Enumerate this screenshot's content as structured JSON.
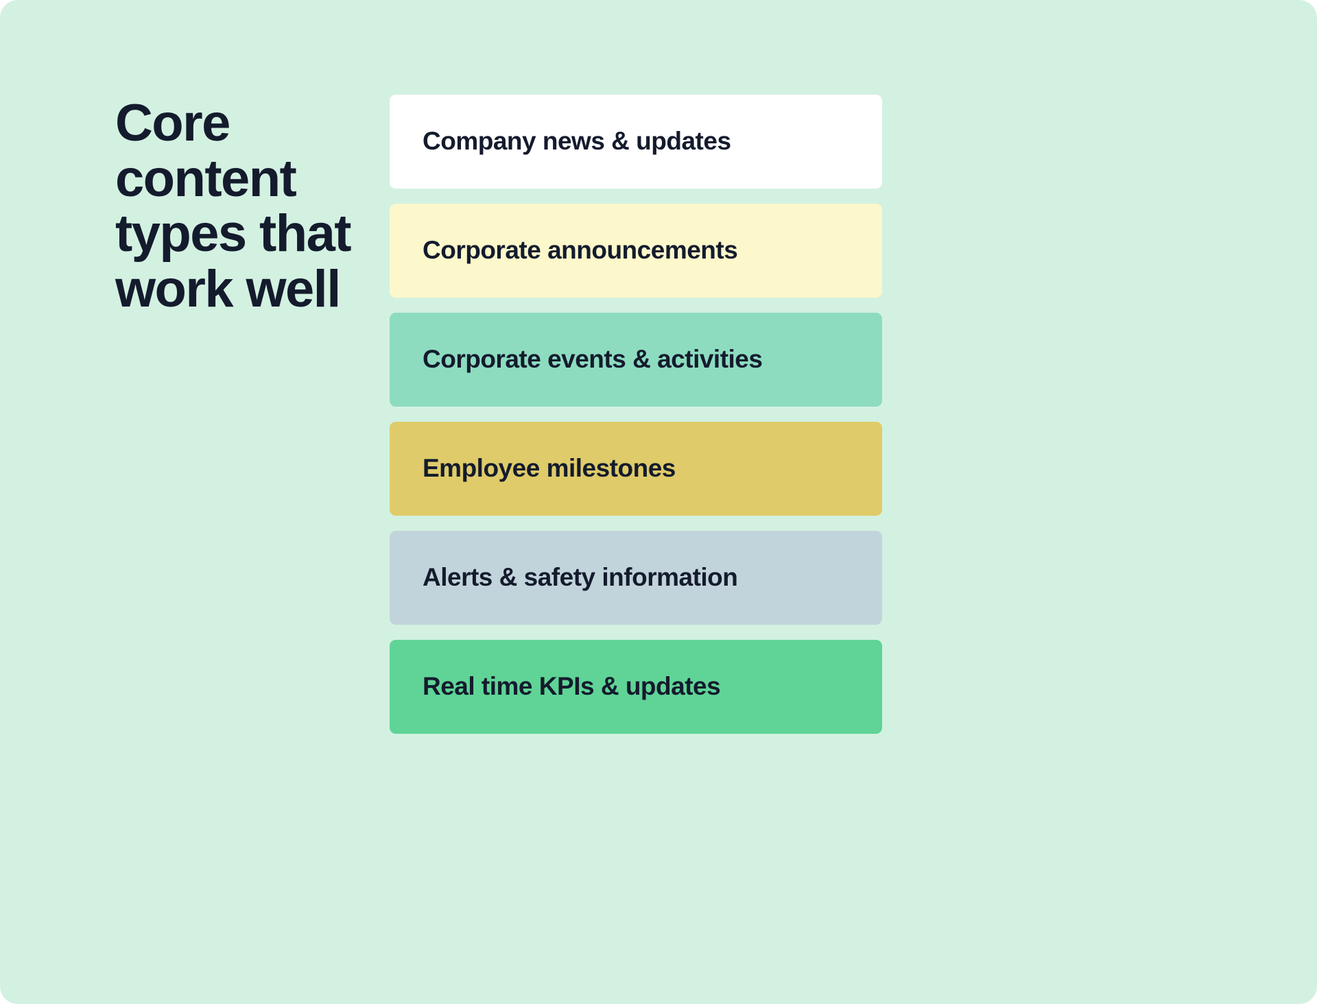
{
  "slide": {
    "background_color": "#D3F1E1",
    "text_color": "#141B2D",
    "heading": "Core content\ntypes that\nwork well"
  },
  "cards": [
    {
      "label": "Company news & updates",
      "color": "#FFFFFF"
    },
    {
      "label": "Corporate announcements",
      "color": "#FCF8CB"
    },
    {
      "label": "Corporate events & activities",
      "color": "#8DDCC0"
    },
    {
      "label": "Employee milestones",
      "color": "#DFCB69"
    },
    {
      "label": "Alerts & safety information",
      "color": "#C2D4DB"
    },
    {
      "label": "Real time KPIs & updates",
      "color": "#5FD496"
    }
  ]
}
